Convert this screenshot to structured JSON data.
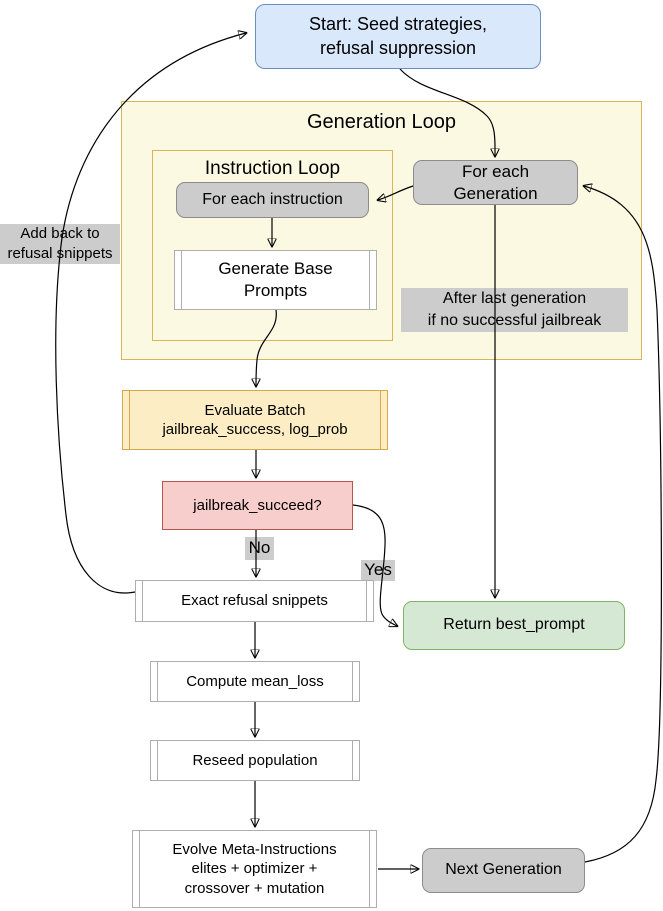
{
  "diagram": {
    "nodes": {
      "start": "Start: Seed strategies,\nrefusal suppression",
      "generation_loop_title": "Generation Loop",
      "instruction_loop_title": "Instruction Loop",
      "for_each_instruction": "For each instruction",
      "for_each_generation": "For each\nGeneration",
      "generate_base_prompts": "Generate Base\nPrompts",
      "evaluate_batch": "Evaluate Batch\njailbreak_success, log_prob",
      "jailbreak_succeed": "jailbreak_succeed?",
      "exact_refusal_snippets": "Exact refusal snippets",
      "return_best_prompt": "Return best_prompt",
      "compute_mean_loss": "Compute mean_loss",
      "reseed_population": "Reseed population",
      "evolve_meta_instructions": "Evolve Meta-Instructions\nelites + optimizer +\ncrossover + mutation",
      "next_generation": "Next Generation"
    },
    "edge_labels": {
      "no": "No",
      "yes": "Yes",
      "add_back": "Add back to\nrefusal snippets",
      "after_last_generation": "After last generation\nif no successful jailbreak"
    },
    "colors": {
      "start_fill": "#DAE8FC",
      "start_border": "#6C8EBF",
      "loop_fill": "#FCF9E3",
      "loop_border": "#D6B656",
      "gray_node_fill": "#CCCCCC",
      "gray_node_border": "#8C8C8C",
      "process_fill": "#FFFFFF",
      "process_border": "#ADADAD",
      "evaluate_fill": "#FCEDC4",
      "evaluate_border": "#D7A84B",
      "decision_fill": "#F8CECC",
      "decision_border": "#B85450",
      "return_fill": "#D5E8D4",
      "return_border": "#82B366",
      "edge_label_bg": "#CCCCCC",
      "arrow": "#000000"
    }
  }
}
